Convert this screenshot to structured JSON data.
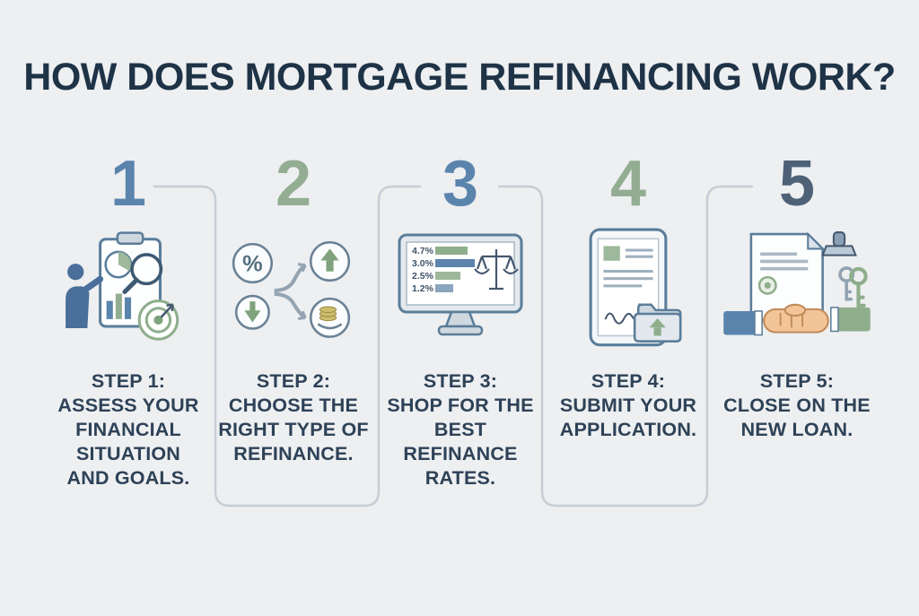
{
  "title": "HOW DOES MORTGAGE REFINANCING WORK?",
  "steps": [
    {
      "number": "1",
      "number_color": "#5b84ad",
      "heading": "STEP 1:",
      "text": "ASSESS YOUR\nFINANCIAL\nSITUATION\nAND GOALS.",
      "icon": "assess-financial-situation-icon"
    },
    {
      "number": "2",
      "number_color": "#93ad93",
      "heading": "STEP 2:",
      "text": "CHOOSE THE\nRIGHT TYPE OF\nREFINANCE.",
      "icon": "choose-refinance-type-icon"
    },
    {
      "number": "3",
      "number_color": "#5b84ad",
      "heading": "STEP 3:",
      "text": "SHOP FOR THE\nBEST\nREFINANCE\nRATES.",
      "icon": "shop-best-rates-icon"
    },
    {
      "number": "4",
      "number_color": "#93ad93",
      "heading": "STEP 4:",
      "text": "SUBMIT YOUR\nAPPLICATION.",
      "icon": "submit-application-icon"
    },
    {
      "number": "5",
      "number_color": "#4e6277",
      "heading": "STEP 5:",
      "text": "CLOSE ON THE\nNEW LOAN.",
      "icon": "close-on-new-loan-icon"
    }
  ],
  "monitor_rates": [
    "4.7%",
    "3.0%",
    "2.5%",
    "1.2%"
  ],
  "percent_symbol": "%",
  "colors": {
    "background": "#edeff1",
    "title": "#1f3347",
    "step_text": "#2e4257",
    "connector": "#c7ced6",
    "accent_blue": "#5b84ad",
    "accent_green": "#93ad93",
    "outline": "#5a7d9a"
  }
}
